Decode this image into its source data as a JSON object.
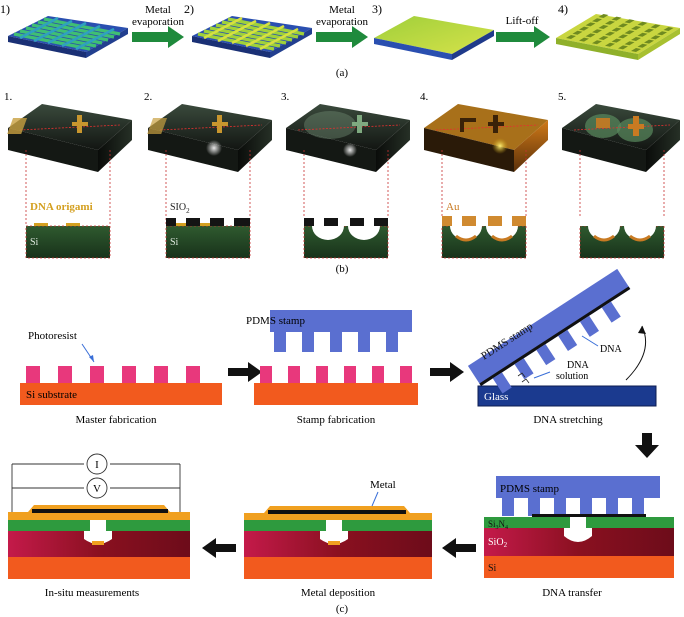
{
  "panel_a": {
    "steps": [
      "1)",
      "2)",
      "3)",
      "4)"
    ],
    "arrows": [
      {
        "line1": "Metal",
        "line2": "evaporation"
      },
      {
        "line1": "Metal",
        "line2": "evaporation"
      },
      {
        "line1": "Lift-off",
        "line2": ""
      }
    ],
    "caption": "(a)"
  },
  "panel_b": {
    "steps": [
      "1.",
      "2.",
      "3.",
      "4.",
      "5."
    ],
    "labels": {
      "origami": "DNA origami",
      "si": "Si",
      "sio2_main": "SIO",
      "sio2_sub": "2",
      "au": "Au"
    },
    "caption": "(b)"
  },
  "panel_c": {
    "photoresist": "Photoresist",
    "si_substrate": "Si substrate",
    "master": "Master fabrication",
    "pdms_stamp": "PDMS stamp",
    "stamp_fab": "Stamp fabrication",
    "dna": "DNA",
    "dna_solution_l1": "DNA",
    "dna_solution_l2": "solution",
    "glass": "Glass",
    "dna_stretching": "DNA stretching",
    "si3n4_a": "Si",
    "si3n4_b": "3",
    "si3n4_c": "N",
    "si3n4_d": "4",
    "sio2_main": "SiO",
    "sio2_sub": "2",
    "si": "Si",
    "dna_transfer": "DNA transfer",
    "metal": "Metal",
    "metal_deposition": "Metal deposition",
    "meter_i": "I",
    "meter_v": "V",
    "insitu": "In-situ measurements",
    "caption": "(c)"
  },
  "colors": {
    "grid_blue": "#2a4fb0",
    "grid_green": "#3fbf73",
    "metal_yellow": "#c9d640",
    "arrow_green": "#1f8a3c",
    "photoresist_pink": "#e8387c",
    "si_orange": "#f25a1e",
    "pdms_blue": "#5a6fd0",
    "glass_navy": "#1b3a8f",
    "si3n4_green": "#2e9a3e",
    "sio2_maroon": "#8a1020",
    "metal_orange": "#f0a020"
  }
}
